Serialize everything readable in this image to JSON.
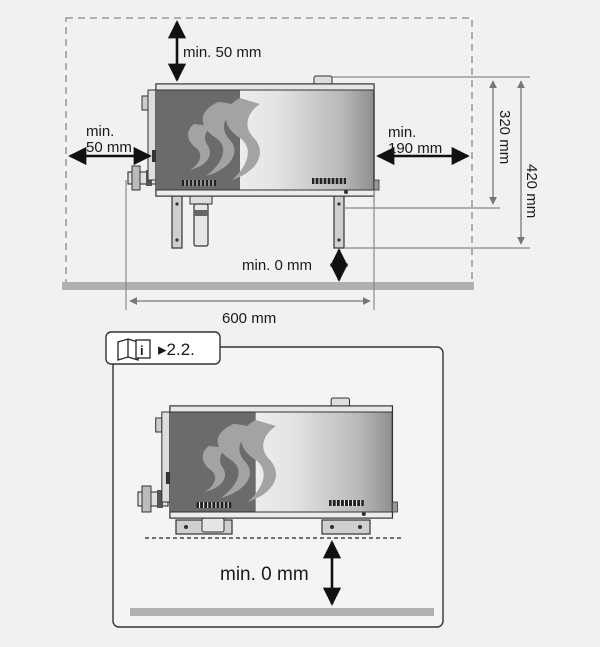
{
  "top_view": {
    "clearance_top": "min. 50 mm",
    "clearance_left_1": "min.",
    "clearance_left_2": "50 mm",
    "clearance_right_1": "min.",
    "clearance_right_2": "190 mm",
    "height_320": "320 mm",
    "height_420": "420 mm",
    "clearance_bottom": "min. 0 mm",
    "width_600": "600 mm"
  },
  "bottom_view": {
    "manual_reference": "▸2.2.",
    "clearance_bottom": "min. 0 mm"
  },
  "icons": {
    "manual": "book-info-icon"
  },
  "colors": {
    "background": "#f1f1f1",
    "floor": "#b0b0b0",
    "dark_panel": "#6b6b6b",
    "swirl": "#8a8a8a"
  }
}
